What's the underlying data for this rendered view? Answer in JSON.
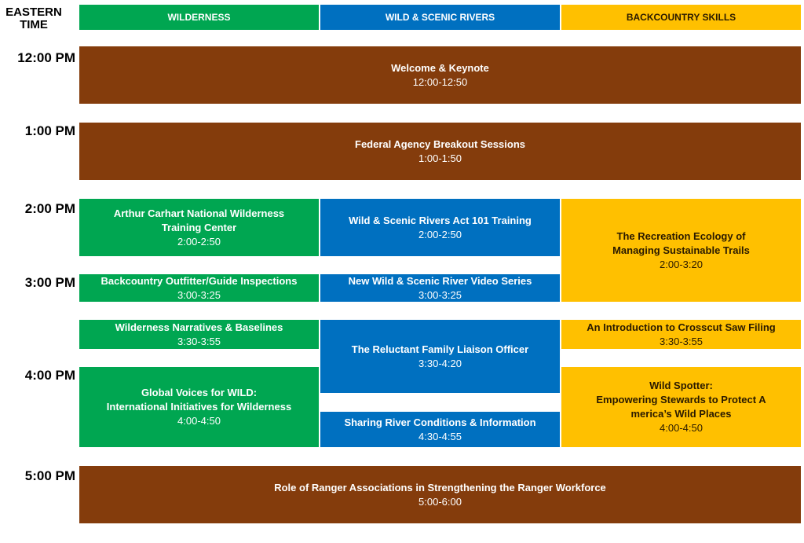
{
  "header": {
    "time_label": "EASTERN\nTIME",
    "columns": [
      "WILDERNESS",
      "WILD & SCENIC RIVERS",
      "BACKCOUNTRY SKILLS"
    ]
  },
  "times": [
    "12:00 PM",
    "1:00 PM",
    "2:00 PM",
    "3:00 PM",
    "4:00 PM",
    "5:00 PM"
  ],
  "sessions": {
    "keynote": {
      "title": "Welcome & Keynote",
      "time": "12:00-12:50"
    },
    "breakout": {
      "title": "Federal Agency Breakout Sessions",
      "time": "1:00-1:50"
    },
    "carhart": {
      "title": "Arthur Carhart National Wilderness\nTraining Center",
      "time": "2:00-2:50"
    },
    "wsr101": {
      "title": "Wild & Scenic Rivers Act 101 Training",
      "time": "2:00-2:50"
    },
    "recreation": {
      "title": "The Recreation Ecology of\nManaging Sustainable Trails",
      "time": "2:00-3:20"
    },
    "outfitter": {
      "title": "Backcountry Outfitter/Guide Inspections",
      "time": "3:00-3:25"
    },
    "video": {
      "title": "New Wild & Scenic River Video Series",
      "time": "3:00-3:25"
    },
    "narratives": {
      "title": "Wilderness Narratives & Baselines",
      "time": "3:30-3:55"
    },
    "liaison": {
      "title": "The Reluctant Family Liaison Officer",
      "time": "3:30-4:20"
    },
    "crosscut": {
      "title": "An Introduction to Crosscut Saw Filing",
      "time": "3:30-3:55"
    },
    "global": {
      "title": "Global Voices for WILD:\nInternational Initiatives for Wilderness",
      "time": "4:00-4:50"
    },
    "sharing": {
      "title": "Sharing River Conditions & Information",
      "time": "4:30-4:55"
    },
    "spotter": {
      "title": "Wild Spotter:\nEmpowering Stewards to Protect A\nmerica’s Wild Places",
      "time": "4:00-4:50"
    },
    "ranger": {
      "title": "Role of Ranger Associations in Strengthening the Ranger Workforce",
      "time": "5:00-6:00"
    }
  },
  "colors": {
    "wilderness": "#00a651",
    "rivers": "#0070c0",
    "skills": "#ffc000",
    "plenary": "#843c0c"
  }
}
